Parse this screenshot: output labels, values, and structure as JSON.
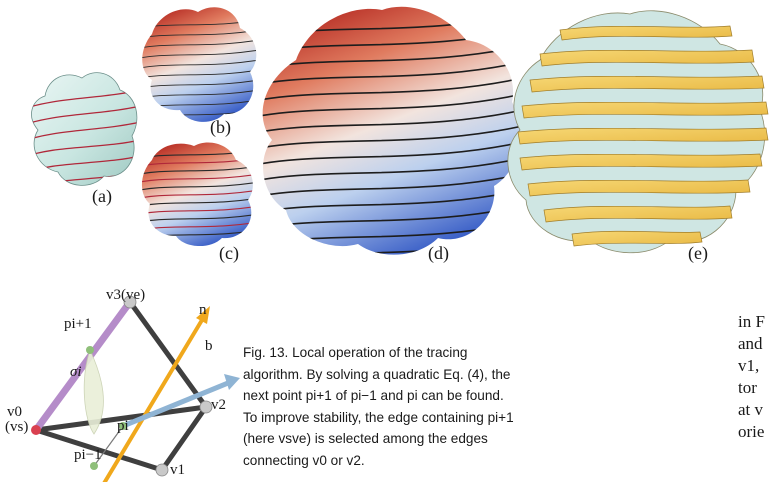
{
  "panels": {
    "a": "(a)",
    "b": "(b)",
    "c": "(c)",
    "d": "(d)",
    "e": "(e)"
  },
  "diagram": {
    "v3": "v3(ve)",
    "n": "n",
    "b": "b",
    "p_next": "pi+1",
    "sigma": "σi",
    "v0": "v0",
    "vs": "(vs)",
    "v2": "v2",
    "p_i": "pi",
    "p_prev": "pi−1",
    "v1": "v1"
  },
  "caption": {
    "label": "Fig. 13.",
    "text": "Local operation of the tracing algorithm. By solving a quadratic Eq. (4), the next point pi+1 of pi−1 and pi can be found. To improve stability, the edge containing pi+1 (here vsve) is selected among the edges connecting v0 or v2."
  },
  "body_text_fragments": [
    "in F",
    "and",
    "v1,",
    "tor",
    "at v",
    "orie"
  ],
  "colors": {
    "surface_mint": "#cfe8e4",
    "curve_red": "#b0283a",
    "warm": "#c63a2f",
    "cool": "#3f63c9",
    "strip_yellow": "#f1c860",
    "edge_purple": "#b58cc9",
    "arrow_orange": "#f0a81c",
    "arrow_blue": "#8fb4d4"
  }
}
